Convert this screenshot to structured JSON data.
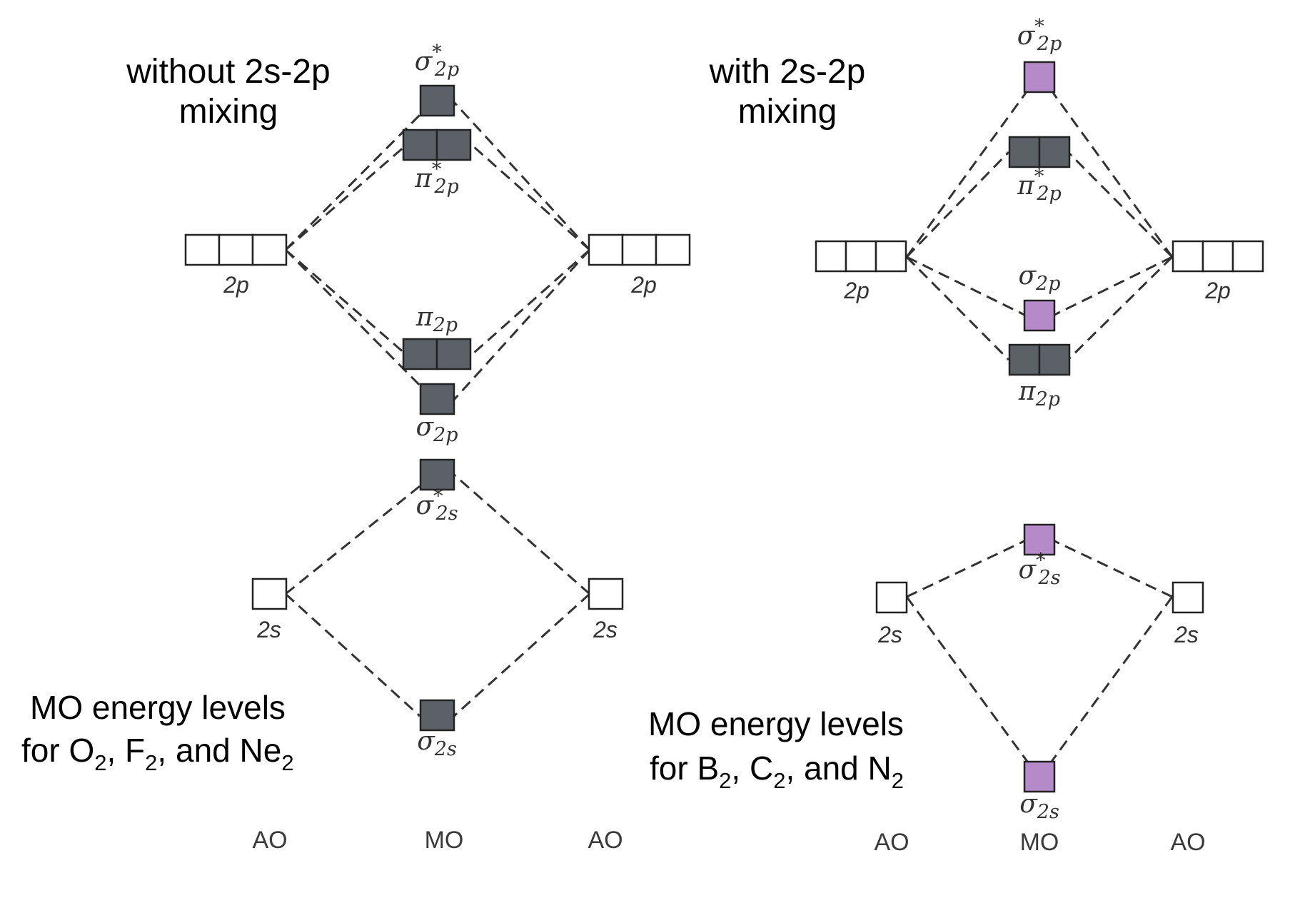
{
  "colors": {
    "filled_mo": "#5b6167",
    "mixed_sigma_mo": "#b48ac8",
    "empty_ao": "#ffffff",
    "outline": "#222222",
    "dash_line": "#333333"
  },
  "axis_labels": {
    "ao": "AO",
    "mo": "MO"
  },
  "left_diagram": {
    "title_line1": "without 2s-2p",
    "title_line2": "mixing",
    "caption_line1": "MO energy levels",
    "caption_line2_parts": [
      "for O",
      "2",
      ", F",
      "2",
      ", and Ne",
      "2"
    ],
    "ao_2p_label": "2p",
    "ao_2s_label": "2s",
    "mo_labels": {
      "sigma_star_2p": {
        "symbol": "σ",
        "sup": "*",
        "sub": "2p"
      },
      "pi_star_2p": {
        "symbol": "π",
        "sup": "*",
        "sub": "2p"
      },
      "pi_2p": {
        "symbol": "π",
        "sup": "",
        "sub": "2p"
      },
      "sigma_2p": {
        "symbol": "σ",
        "sup": "",
        "sub": "2p"
      },
      "sigma_star_2s": {
        "symbol": "σ",
        "sup": "*",
        "sub": "2s"
      },
      "sigma_2s": {
        "symbol": "σ",
        "sup": "",
        "sub": "2s"
      }
    }
  },
  "right_diagram": {
    "title_line1": "with 2s-2p",
    "title_line2": "mixing",
    "caption_line1": "MO energy levels",
    "caption_line2_parts": [
      "for B",
      "2",
      ", C",
      "2",
      ", and N",
      "2"
    ],
    "ao_2p_label": "2p",
    "ao_2s_label": "2s",
    "mo_labels": {
      "sigma_star_2p": {
        "symbol": "σ",
        "sup": "*",
        "sub": "2p"
      },
      "pi_star_2p": {
        "symbol": "π",
        "sup": "*",
        "sub": "2p"
      },
      "sigma_2p": {
        "symbol": "σ",
        "sup": "",
        "sub": "2p"
      },
      "pi_2p": {
        "symbol": "π",
        "sup": "",
        "sub": "2p"
      },
      "sigma_star_2s": {
        "symbol": "σ",
        "sup": "*",
        "sub": "2s"
      },
      "sigma_2s": {
        "symbol": "σ",
        "sup": "",
        "sub": "2s"
      }
    }
  }
}
